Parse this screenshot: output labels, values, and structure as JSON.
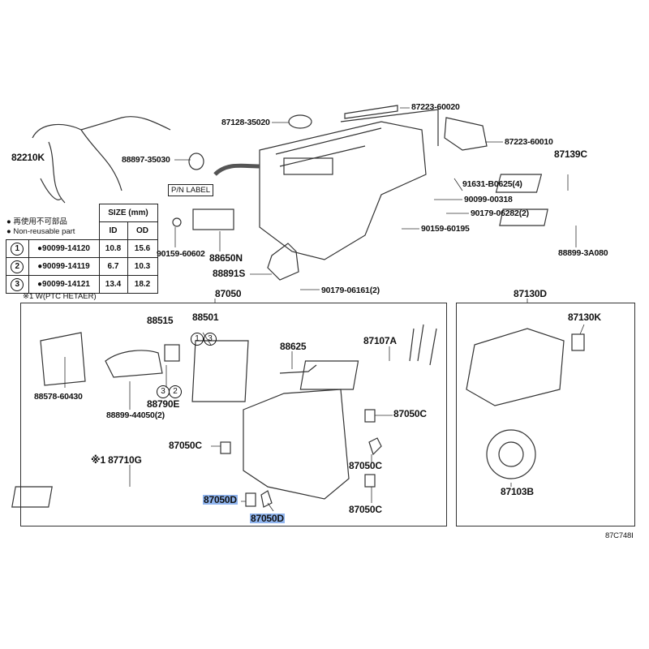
{
  "diagram_id": "87C748I",
  "legend": {
    "jp": "再使用不可部品",
    "en": "Non-reusable part",
    "size_header": "SIZE (mm)",
    "col_id": "ID",
    "col_od": "OD",
    "rows": [
      {
        "num": "1",
        "part": "90099-14120",
        "id": "10.8",
        "od": "15.6"
      },
      {
        "num": "2",
        "part": "90099-14119",
        "id": "6.7",
        "od": "10.3"
      },
      {
        "num": "3",
        "part": "90099-14121",
        "id": "13.4",
        "od": "18.2"
      }
    ],
    "footnote": "※1 W(PTC HETAER)"
  },
  "pn_label": "P/N LABEL",
  "callouts": {
    "c82210K": "82210K",
    "c88897": "88897-35030",
    "c87128": "87128-35020",
    "c87223a": "87223-60020",
    "c87223b": "87223-60010",
    "c87139C": "87139C",
    "c91631": "91631-B0625(4)",
    "c90099": "90099-00318",
    "c90179a": "90179-06282(2)",
    "c90159a": "90159-60195",
    "c88899a": "88899-3A080",
    "c90159b": "90159-60602",
    "c88650N": "88650N",
    "c88891S": "88891S",
    "c90179b": "90179-06161(2)",
    "c87050": "87050",
    "c87130D": "87130D",
    "c88515": "88515",
    "c88501": "88501",
    "c88625": "88625",
    "c87107A": "87107A",
    "c87130K": "87130K",
    "c88578": "88578-60430",
    "c88899b": "88899-44050(2)",
    "c88790E": "88790E",
    "c87050C1": "87050C",
    "c87050C2": "87050C",
    "c87050C3": "87050C",
    "c87050C4": "87050C",
    "c87710G": "※1 87710G",
    "c87050D1": "87050D",
    "c87050D2": "87050D",
    "c87103B": "87103B"
  },
  "seal_nums": {
    "a": "1",
    "b": "3",
    "c": "3",
    "d": "2"
  },
  "highlight_color": "#8fb4ee"
}
